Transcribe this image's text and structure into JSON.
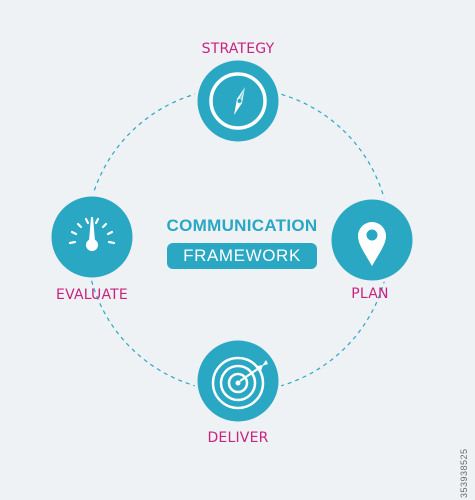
{
  "colors": {
    "accent": "#2aa7c3",
    "label": "#c8237e",
    "title": "#2aa7c3",
    "icon_fill": "#ffffff",
    "background": "#eef2f5"
  },
  "title": {
    "line1": "COMMUNICATION",
    "line2": "FRAMEWORK"
  },
  "nodes": [
    {
      "label": "STRATEGY",
      "icon": "compass-icon"
    },
    {
      "label": "PLAN",
      "icon": "location-pin-icon"
    },
    {
      "label": "DELIVER",
      "icon": "target-icon"
    },
    {
      "label": "EVALUATE",
      "icon": "gauge-icon"
    }
  ],
  "stock_id": "353938525"
}
